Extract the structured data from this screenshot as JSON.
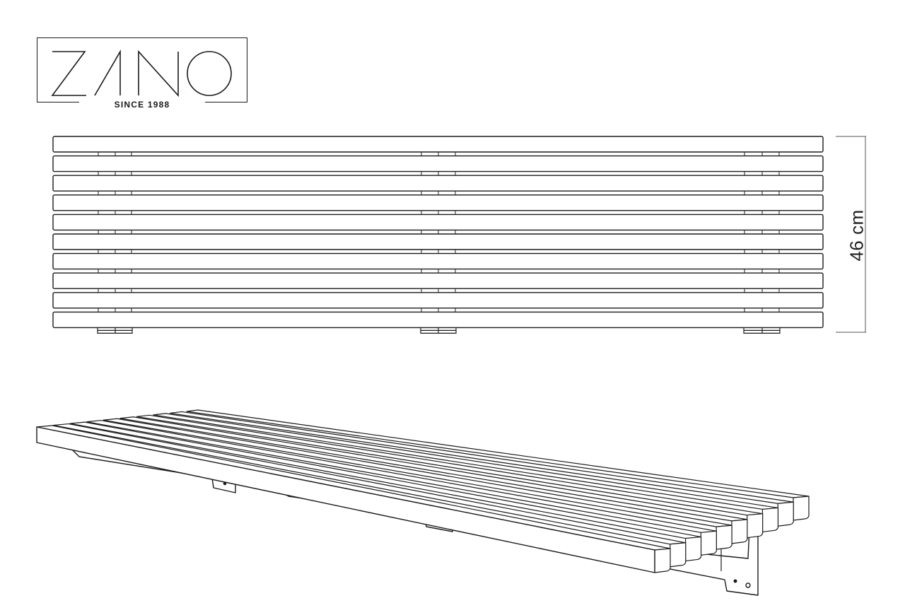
{
  "brand": {
    "name": "ZANO",
    "tagline": "SINCE 1988"
  },
  "dimension": {
    "height_label": "46 cm"
  },
  "bench": {
    "slat_count": 10,
    "support_count": 3
  },
  "colors": {
    "line": "#1a1a1a",
    "background": "#ffffff",
    "dimension_line": "#555555"
  }
}
